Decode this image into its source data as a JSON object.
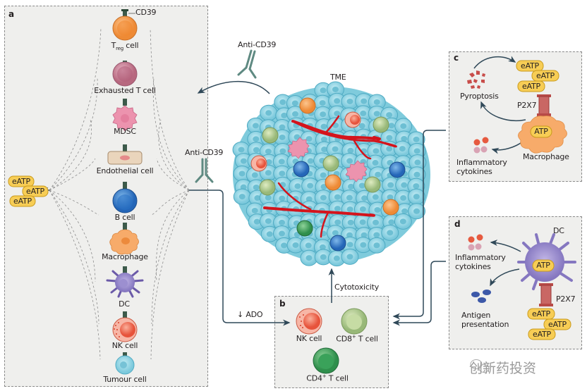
{
  "panels": {
    "a": {
      "label": "a",
      "marker_label": "CD39",
      "cells": [
        {
          "name": "Treg cell",
          "label_main": "T",
          "label_sub": "reg",
          "label_tail": " cell",
          "color": "#f29a4a"
        },
        {
          "name": "Exhausted T cell",
          "label": "Exhausted T cell",
          "color": "#c97f92"
        },
        {
          "name": "MDSC",
          "label": "MDSC",
          "color": "#e48ba8"
        },
        {
          "name": "Endothelial cell",
          "label": "Endothelial cell",
          "color": "#e9d2b8"
        },
        {
          "name": "B cell",
          "label": "B cell",
          "color": "#3b86cf"
        },
        {
          "name": "Macrophage",
          "label": "Macrophage",
          "color": "#f5a35e"
        },
        {
          "name": "DC",
          "label": "DC",
          "color": "#8d7cc4"
        },
        {
          "name": "NK cell",
          "label": "NK cell",
          "color": "#ef6a4f"
        },
        {
          "name": "Tumour cell",
          "label": "Tumour cell",
          "color": "#8fd3e3"
        }
      ],
      "eatp": [
        "eATP",
        "eATP",
        "eATP"
      ],
      "antibody_label": "Anti-CD39"
    },
    "center": {
      "tme_label": "TME",
      "antibody_label": "Anti-CD39",
      "ado_label": "↓ ADO",
      "cytotoxicity_label": "Cytotoxicity"
    },
    "b": {
      "label": "b",
      "cells": [
        {
          "name": "NK cell",
          "label": "NK cell"
        },
        {
          "name": "CD8+ T cell",
          "label_main": "CD8",
          "label_sup": "+",
          "label_tail": " T cell"
        },
        {
          "name": "CD4+ T cell",
          "label_main": "CD4",
          "label_sup": "+",
          "label_tail": " T cell"
        }
      ]
    },
    "c": {
      "label": "c",
      "eatp": [
        "eATP",
        "eATP",
        "eATP"
      ],
      "receptor_label": "P2X7",
      "atp_label": "ATP",
      "pyroptosis_label": "Pyroptosis",
      "cytokines_label_1": "Inflammatory",
      "cytokines_label_2": "cytokines",
      "cell_label": "Macrophage"
    },
    "d": {
      "label": "d",
      "cell_label": "DC",
      "atp_label": "ATP",
      "receptor_label": "P2X7",
      "eatp": [
        "eATP",
        "eATP",
        "eATP"
      ],
      "cytokines_label_1": "Inflammatory",
      "cytokines_label_2": "cytokines",
      "antigen_label_1": "Antigen",
      "antigen_label_2": "presentation"
    }
  },
  "watermark": "创新药投资",
  "colors": {
    "arrow": "#2f4858",
    "eatp_fill": "#f7cd55",
    "eatp_stroke": "#c99a1c",
    "vessel": "#d4141c",
    "tumour": "#8fd3e3",
    "p2x7": "#c0504d"
  }
}
